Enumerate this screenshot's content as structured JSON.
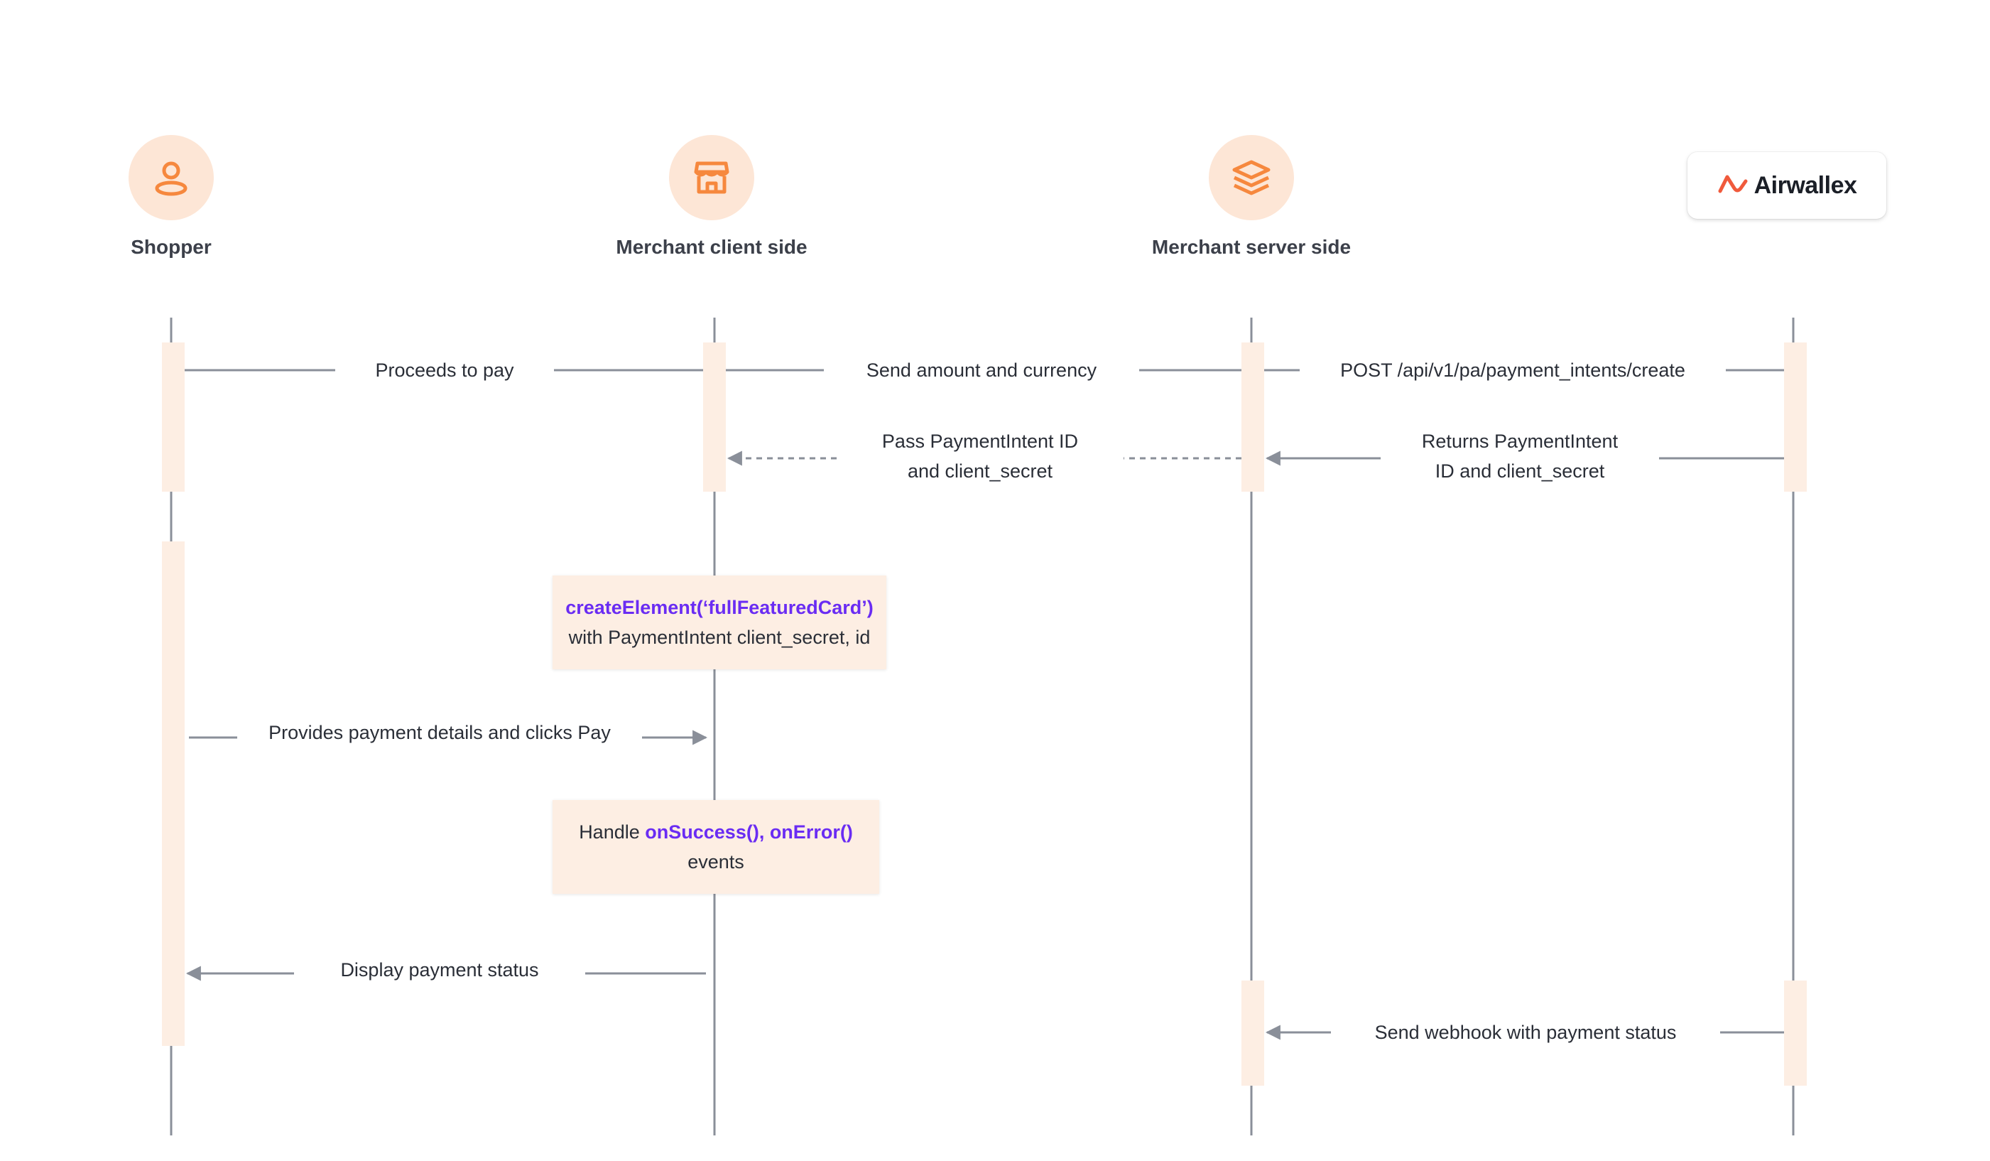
{
  "actors": {
    "shopper": {
      "label": "Shopper",
      "icon": "user-icon"
    },
    "client": {
      "label": "Merchant client side",
      "icon": "store-icon"
    },
    "server": {
      "label": "Merchant server side",
      "icon": "layers-icon"
    },
    "airwallex": {
      "label": "Airwallex",
      "icon": "airwallex-logo-icon"
    }
  },
  "messages": {
    "proceeds": "Proceeds to pay",
    "send_amount": "Send amount and currency",
    "post_create": "POST /api/v1/pa/payment_intents/create",
    "pass_intent_1": "Pass PaymentIntent ID",
    "pass_intent_2": "and client_secret",
    "returns_intent_1": "Returns PaymentIntent",
    "returns_intent_2": "ID and client_secret",
    "provides_details": "Provides payment details and clicks Pay",
    "display_status": "Display payment status",
    "send_webhook": "Send webhook with payment status"
  },
  "notes": {
    "create_element": {
      "code": "createElement(‘fullFeaturedCard’)",
      "text": "with PaymentIntent client_secret, id"
    },
    "handle_events": {
      "prefix": "Handle",
      "code": "onSuccess(), onError()",
      "suffix": "events"
    }
  },
  "colors": {
    "accent": "#f6883e",
    "activation": "#fdeee3",
    "lifeline": "#8a8f99",
    "code": "#6a2cf3",
    "brand": "#f05a3c"
  }
}
